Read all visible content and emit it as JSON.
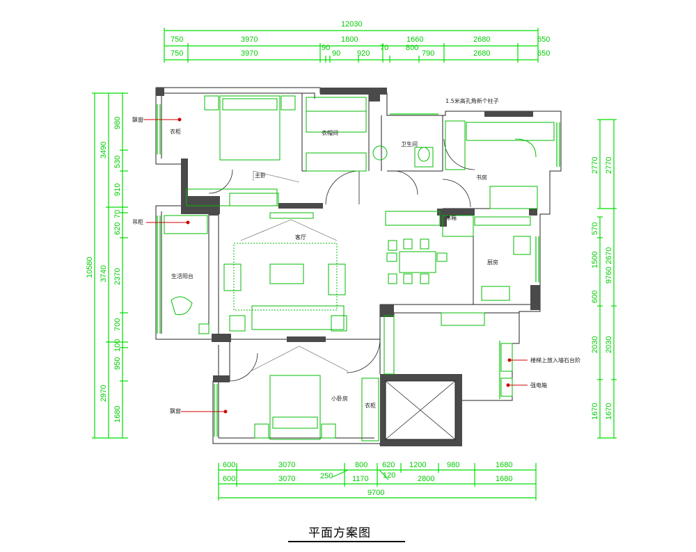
{
  "title": "平面方案图",
  "dims_top_total": "12030",
  "dims_top_row1": [
    "750",
    "3970",
    "1800",
    "1660",
    "2680",
    "650"
  ],
  "dims_top_row2": [
    "750",
    "3970",
    "90",
    "90",
    "920",
    "70",
    "800",
    "790",
    "2680",
    "650"
  ],
  "dims_bottom_row1": [
    "600",
    "3070",
    "800",
    "620",
    "1200",
    "980",
    "1680"
  ],
  "dims_bottom_row2": [
    "600",
    "3070",
    "250",
    "1170",
    "120",
    "2800",
    "1680"
  ],
  "dims_bottom_total": "9700",
  "dims_left_total": "10580",
  "dims_left_outer": [
    "3490",
    "3740",
    "2970"
  ],
  "dims_left_inner": [
    "980",
    "530",
    "910",
    "70",
    "620",
    "2370",
    "700",
    "100",
    "950",
    "1680"
  ],
  "dims_right_outer": [
    "2770",
    "9760"
  ],
  "dims_right_inner": [
    "2770",
    "570",
    "1500",
    "2670",
    "600",
    "2030",
    "1670",
    "2030",
    "1670"
  ],
  "rooms": {
    "master_bedroom": "主卧",
    "wardrobe": "衣帽间",
    "bathroom": "卫生间",
    "study": "书房",
    "kitchen": "厨房",
    "living_room": "客厅",
    "balcony": "生活阳台",
    "small_bedroom": "小卧房",
    "bay_window_1": "飘窗",
    "bay_window_2": "飘窗",
    "hanging_cabinet": "吊柜",
    "wardrobe_small": "衣柜",
    "fridge": "冰箱",
    "closet_label": "衣柜"
  },
  "notes": {
    "top_note": "1.5米高孔角新个柱子",
    "right_note_1": "楼梯上放入墙石台阶",
    "right_note_2": "强电箱"
  },
  "colors": {
    "wall": "#4a4a4a",
    "dim_line": "#00dd00",
    "furniture": "#00cc00",
    "leader": "#cc0000"
  }
}
